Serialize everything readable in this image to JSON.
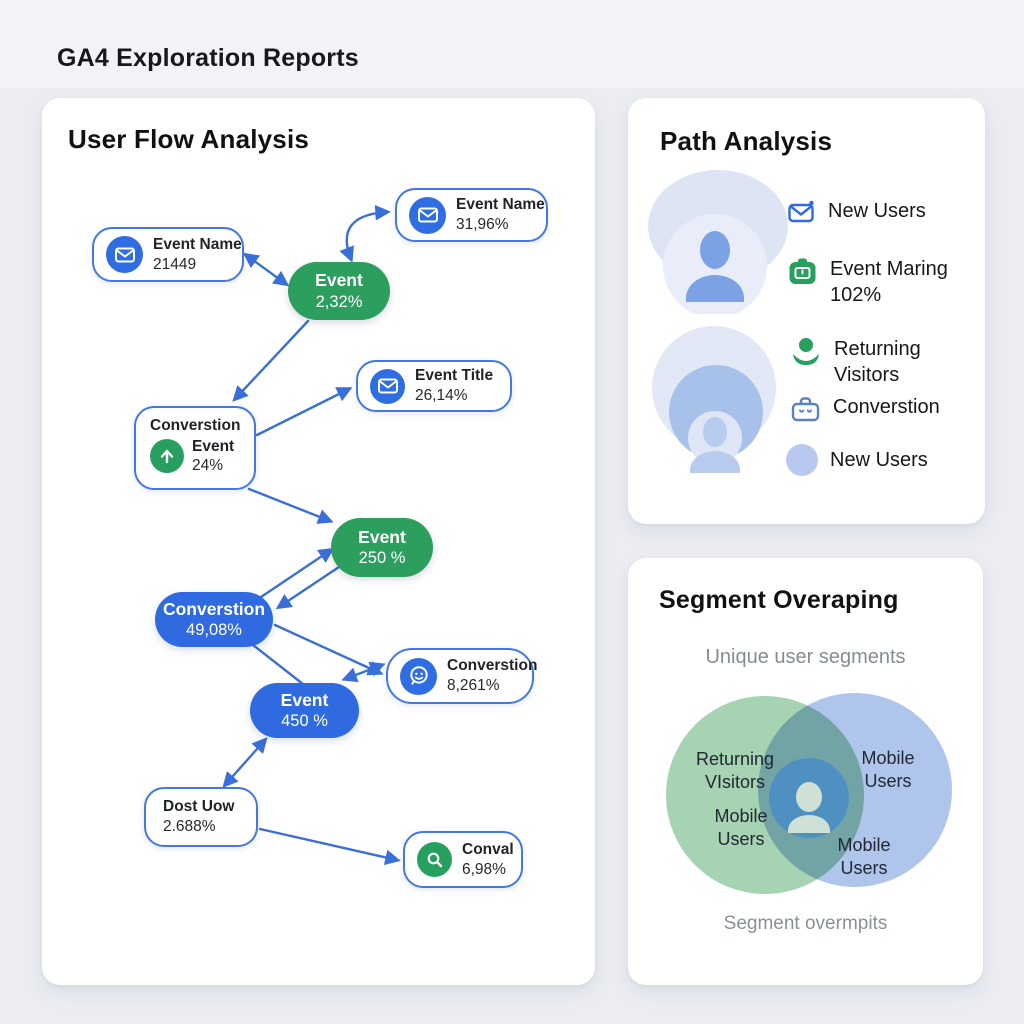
{
  "page": {
    "title": "GA4 Exploration Reports"
  },
  "colors": {
    "accent_blue": "#2f6ae0",
    "accent_green": "#27a05f",
    "arrow_blue": "#3a6fd9",
    "node_border_blue": "#4377e6",
    "venn_green": "#9ccfab",
    "venn_blue": "#a7bfe9",
    "venn_center_blue": "#4f90c3",
    "avatar_blue": "#7ca2e6"
  },
  "flow": {
    "title": "User Flow Analysis",
    "nodes": [
      {
        "id": "event-name-1",
        "icon": "envelope",
        "label": "Event Name",
        "value": "21449"
      },
      {
        "id": "event-name-2",
        "icon": "envelope",
        "label": "Event Name",
        "value": "31,96%"
      },
      {
        "id": "event-green-top",
        "label": "Event",
        "value": "2,32%"
      },
      {
        "id": "event-title",
        "icon": "envelope",
        "label": "Event Title",
        "value": "26,14%"
      },
      {
        "id": "converstion-event",
        "icon": "arrow-up",
        "label": "Converstion",
        "label2": "Event",
        "value": "24%"
      },
      {
        "id": "event-green-mid",
        "label": "Event",
        "value": "250 %"
      },
      {
        "id": "converstion-pill",
        "label": "Converstion",
        "value": "49,08%"
      },
      {
        "id": "converstion-box",
        "icon": "smiley",
        "label": "Converstion",
        "value": "8,261%"
      },
      {
        "id": "event-blue",
        "label": "Event",
        "value": "450 %"
      },
      {
        "id": "dost-uow",
        "label": "Dost Uow",
        "value": "2.688%"
      },
      {
        "id": "conval",
        "icon": "search",
        "label": "Conval",
        "value": "6,98%"
      }
    ]
  },
  "path_analysis": {
    "title": "Path Analysis",
    "legend": [
      {
        "icon": "envelope-outline",
        "label": "New Users"
      },
      {
        "icon": "event-badge",
        "label": "Event Maring",
        "value": "102%"
      },
      {
        "icon": "person",
        "label": "Returning",
        "label2": "Visitors"
      },
      {
        "icon": "briefcase",
        "label": "Converstion"
      },
      {
        "icon": "circle",
        "label": "New Users"
      }
    ]
  },
  "segment": {
    "title": "Segment Overaping",
    "subtitle": "Unique user segments",
    "caption": "Segment overmpits",
    "venn_labels": [
      {
        "line1": "Returning",
        "line2": "VIsitors"
      },
      {
        "line1": "Mobile",
        "line2": "Users"
      },
      {
        "line1": "Mobile",
        "line2": "Users"
      },
      {
        "line1": "Mobile",
        "line2": "Users"
      }
    ]
  }
}
